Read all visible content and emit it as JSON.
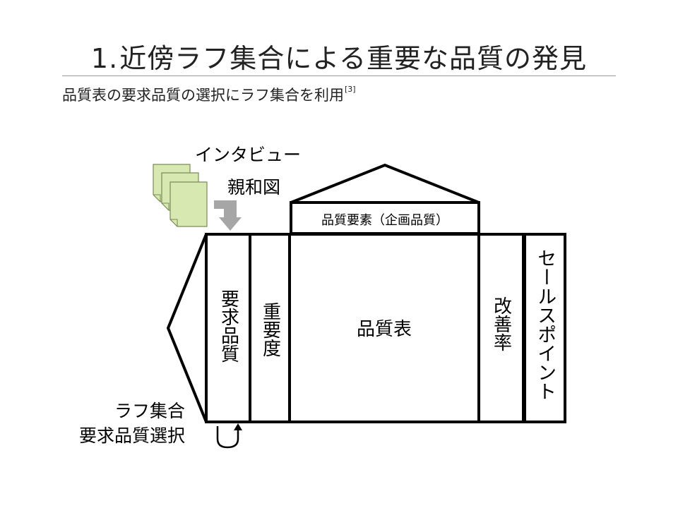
{
  "slide": {
    "title_num": "1.",
    "title_text": "近傍ラフ集合による重要な品質の発見",
    "subtitle": "品質表の要求品質の選択にラフ集合を利用",
    "subtitle_ref": "[3]"
  },
  "diagram": {
    "interview_label": "インタビュー",
    "affinity_label": "親和図",
    "roof_label": "品質要素（企画品質）",
    "requirement_col": "要求品質",
    "importance_col": "重要度",
    "center_label": "品質表",
    "improvement_col": "改善率",
    "salespoint_col": "セールスポイント",
    "caption_line1": "ラフ集合",
    "caption_line2": "要求品質選択"
  },
  "colors": {
    "doc_fill": "#d7e8b0",
    "doc_border": "#7a8a5a",
    "arrow_gray": "#a6a6a6",
    "line": "#000000"
  },
  "icons": [
    "document-stack-icon",
    "down-arrow-icon",
    "loop-arrow-icon"
  ]
}
